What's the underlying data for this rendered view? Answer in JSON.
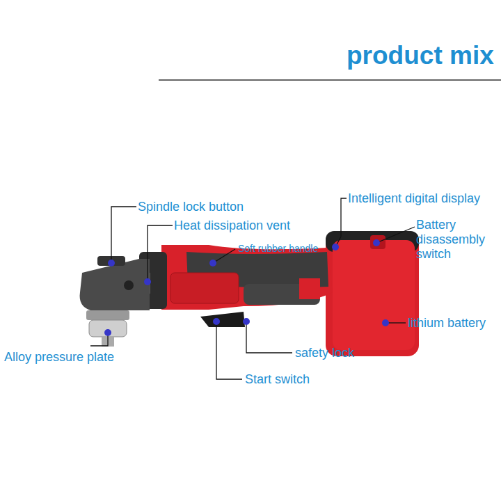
{
  "diagram": {
    "title": "product mix",
    "labels": [
      "Spindle lock button",
      "Heat dissipation vent",
      "Soft rubber handle",
      "Intelligent digital display",
      "Battery disassembly switch",
      "lithium battery",
      "Alloy pressure plate",
      "safety lock",
      "Start switch"
    ]
  }
}
